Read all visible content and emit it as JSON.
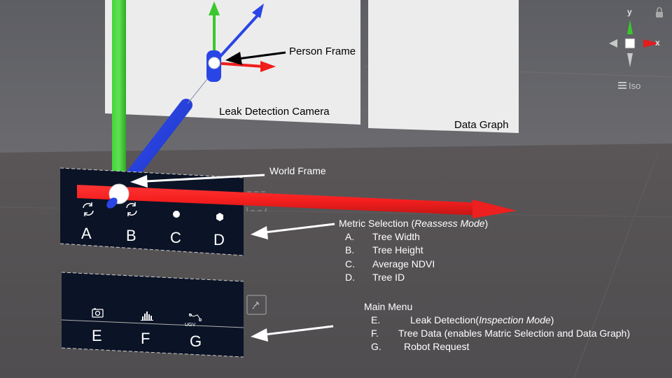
{
  "scene": {
    "panels": {
      "leak_camera_caption": "Leak Detection Camera",
      "data_graph_caption": "Data Graph"
    },
    "frames": {
      "person_frame_label": "Person Frame",
      "world_frame_label": "World Frame"
    },
    "gizmo": {
      "y_label": "y",
      "x_label": "x",
      "view_mode": "Iso",
      "icons": [
        "lock-icon",
        "hamburger-icon"
      ]
    }
  },
  "metric_panel": {
    "buttons": [
      {
        "letter": "A",
        "icon": "refresh-icon"
      },
      {
        "letter": "B",
        "icon": "refresh-icon"
      },
      {
        "letter": "C",
        "icon": "dot-icon"
      },
      {
        "letter": "D",
        "icon": "dot-icon"
      }
    ],
    "heading_prefix": "Metric Selection (",
    "heading_mode": "Reassess Mode",
    "heading_suffix": ")",
    "items": [
      {
        "key": "A.",
        "label": "Tree Width"
      },
      {
        "key": "B.",
        "label": "Tree Height"
      },
      {
        "key": "C.",
        "label": "Average NDVI"
      },
      {
        "key": "D.",
        "label": "Tree ID"
      }
    ]
  },
  "main_menu": {
    "buttons": [
      {
        "letter": "E",
        "icon": "camera-icon"
      },
      {
        "letter": "F",
        "icon": "bar-chart-icon"
      },
      {
        "letter": "G",
        "icon": "robot-icon",
        "icon_caption": "UGV"
      }
    ],
    "heading": "Main Menu",
    "items": [
      {
        "key": "E.",
        "label": "Leak Detection(",
        "mode": "Inspection Mode",
        "suffix": ")"
      },
      {
        "key": "F.",
        "label": "Tree Data (enables Matric Selection and Data Graph)"
      },
      {
        "key": "G.",
        "label": "Robot Request"
      }
    ]
  },
  "colors": {
    "sky": "#5a5b60",
    "ground": "#545253",
    "panel_white": "#ececec",
    "menu_navy": "#0b1426",
    "y_axis": "#3ac82e",
    "x_axis": "#f11c1c",
    "z_axis": "#2a45e6"
  }
}
